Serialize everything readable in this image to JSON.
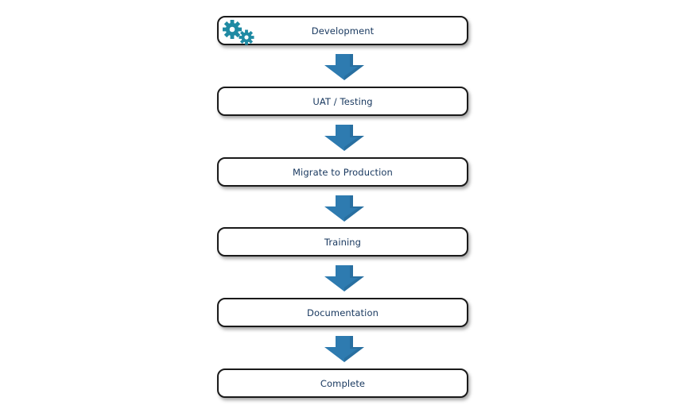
{
  "diagram": {
    "steps": [
      {
        "label": "Development",
        "icon": "gears-icon"
      },
      {
        "label": "UAT / Testing"
      },
      {
        "label": "Migrate to Production"
      },
      {
        "label": "Training"
      },
      {
        "label": "Documentation"
      },
      {
        "label": "Complete"
      }
    ],
    "colors": {
      "arrow": "#2e7bb0",
      "arrow_shadow": "#1d5a85",
      "gear": "#1f8aa3",
      "label": "#17375e",
      "box_border": "#1a1a1a"
    }
  }
}
